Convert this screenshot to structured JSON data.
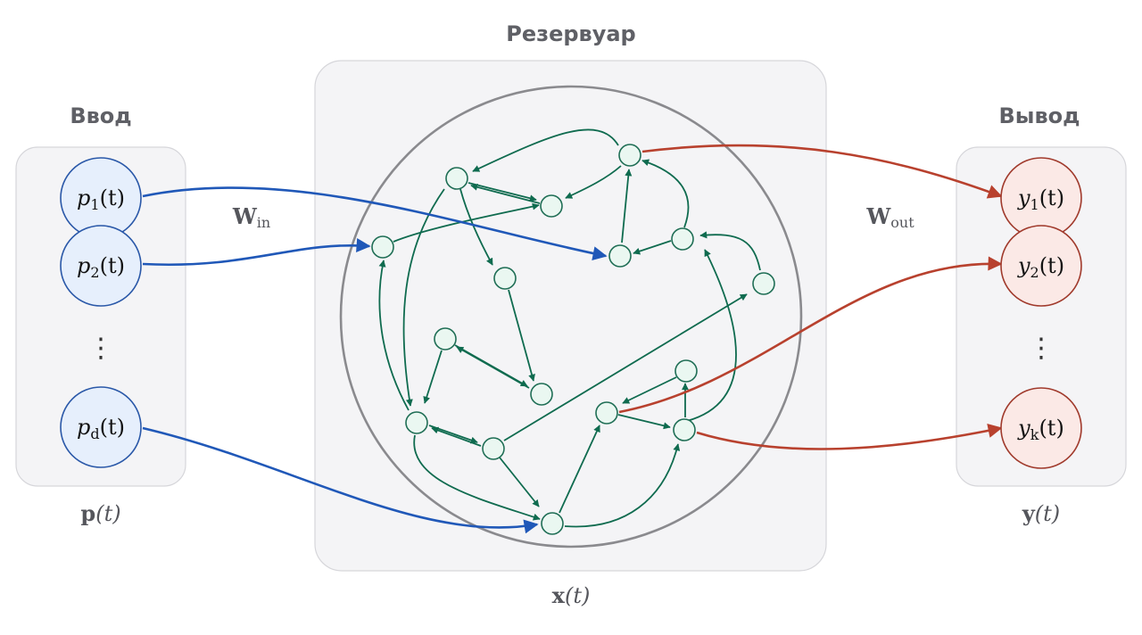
{
  "titles": {
    "input": "Ввод",
    "reservoir": "Резервуар",
    "output": "Вывод"
  },
  "labels": {
    "w_in_main": "W",
    "w_in_sub": "in",
    "w_out_main": "W",
    "w_out_sub": "out",
    "p_vec": "p",
    "x_vec": "x",
    "y_vec": "y",
    "t_arg": "(t)"
  },
  "input_nodes": [
    {
      "sym": "p",
      "sub": "1",
      "arg": "(t)"
    },
    {
      "sym": "p",
      "sub": "2",
      "arg": "(t)"
    },
    {
      "sym": "p",
      "sub": "d",
      "arg": "(t)"
    }
  ],
  "output_nodes": [
    {
      "sym": "y",
      "sub": "1",
      "arg": "(t)"
    },
    {
      "sym": "y",
      "sub": "2",
      "arg": "(t)"
    },
    {
      "sym": "y",
      "sub": "k",
      "arg": "(t)"
    }
  ],
  "ellipsis": "⋮",
  "colors": {
    "input_node_fill": "#e6effc",
    "input_node_stroke": "#2a58a8",
    "output_node_fill": "#fbe9e6",
    "output_node_stroke": "#a03a2c",
    "reservoir_edge": "#0f6b4f",
    "input_edge": "#2058b8",
    "output_edge": "#b8412e"
  }
}
